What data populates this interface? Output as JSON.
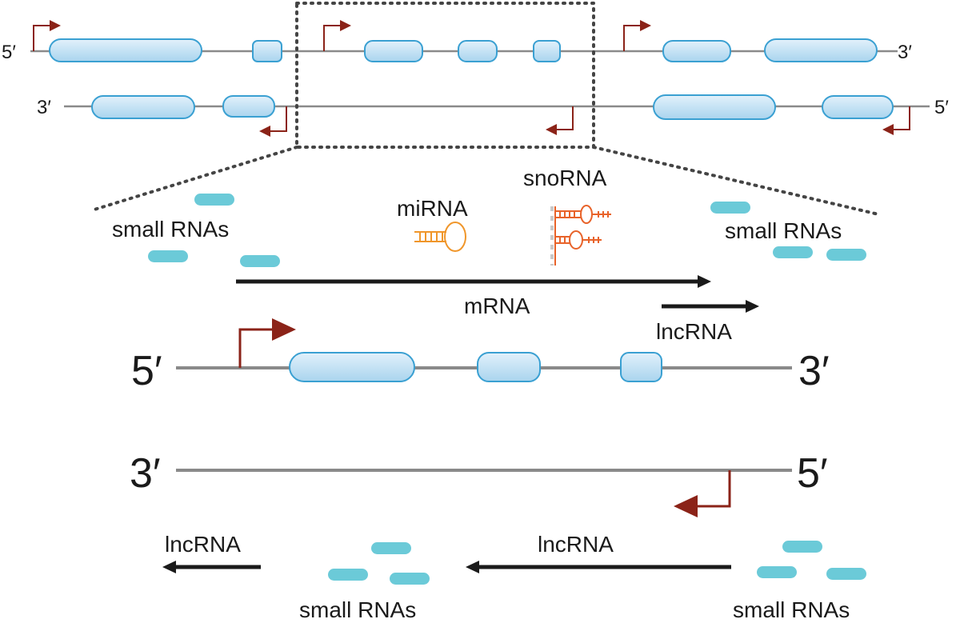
{
  "colors": {
    "strand": "#8a8a8a",
    "exon_fill_light": "#e2f1fb",
    "exon_fill_dark": "#a9d4ee",
    "exon_stroke": "#3aa0d2",
    "tss_arrow": "#8b2318",
    "small_rna": "#6bcad8",
    "mirna": "#f0962a",
    "snorna": "#e8632a",
    "transcript_arrow": "#1a1a1a",
    "zoom_box": "#444444"
  },
  "overview": {
    "top_strand": {
      "left_label": "5′",
      "right_label": "3′"
    },
    "bottom_strand": {
      "left_label": "3′",
      "right_label": "5′"
    }
  },
  "zoom": {
    "top_strand": {
      "left_label": "5′",
      "right_label": "3′"
    },
    "bottom_strand": {
      "left_label": "3′",
      "right_label": "5′"
    },
    "labels": {
      "small_rnas_top_left": "small RNAs",
      "small_rnas_top_right": "small RNAs",
      "mirna": "miRNA",
      "snorna": "snoRNA",
      "mrna": "mRNA",
      "lncrna_sense": "lncRNA",
      "lncrna_antisense_mid": "lncRNA",
      "lncrna_antisense_left": "lncRNA",
      "small_rnas_bottom_left": "small RNAs",
      "small_rnas_bottom_right": "small RNAs"
    }
  }
}
